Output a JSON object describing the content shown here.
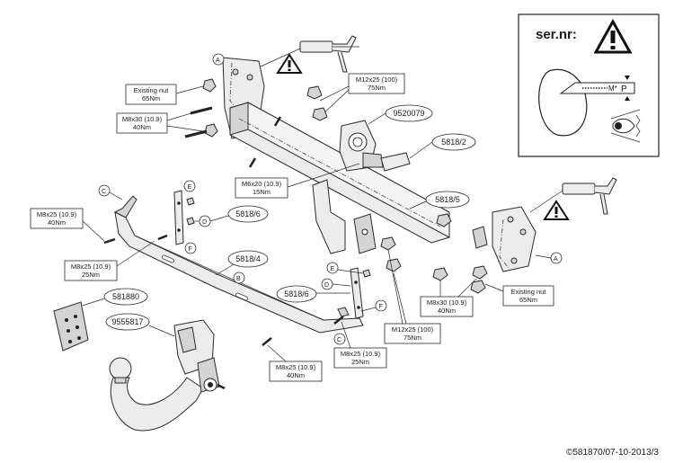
{
  "inset": {
    "title": "ser.nr:",
    "plate_text": "M*",
    "plate_letter": "P",
    "warning_icon": "warning-triangle-icon",
    "eye_icon": "eye-icon"
  },
  "top_left": {
    "existing_nut": [
      "Existing nut",
      "65Nm"
    ],
    "m8x30": [
      "M8x30 (10.9)",
      "40Nm"
    ]
  },
  "center": {
    "m12x25": [
      "M12x25 (100)",
      "75Nm"
    ],
    "part_9520079": "9520079",
    "part_5818_2": "5818/2",
    "m6x20": [
      "M6x20 (10.9)",
      "15Nm"
    ],
    "part_5818_5": "5818/5"
  },
  "left": {
    "m8x25_a": [
      "M8x25 (10.9)",
      "40Nm"
    ],
    "part_5818_6": "5818/6",
    "m8x25_b": [
      "M8x25 (10.9)",
      "25Nm"
    ],
    "part_5818_4": "5818/4"
  },
  "lower": {
    "part_581880": "581880",
    "part_9555817": "9555817",
    "part_5818_6b": "5818/6",
    "m8x25_c": [
      "M8x25 (10.9)",
      "40Nm"
    ],
    "m8x25_d": [
      "M8x25 (10.9)",
      "25Nm"
    ],
    "m12x25_b": [
      "M12x25 (100)",
      "75Nm"
    ],
    "m8x30_b": [
      "M8x30 (10.9)",
      "40Nm"
    ],
    "existing_nut_b": [
      "Existing nut",
      "65Nm"
    ]
  },
  "letters": {
    "A1": "A",
    "A2": "A",
    "C1": "C",
    "C2": "C",
    "D1": "D",
    "D2": "D",
    "E1": "E",
    "E2": "E",
    "F1": "F",
    "F2": "F",
    "B": "B"
  },
  "footer": "©581870/07-10-2013/3",
  "colors": {
    "ink": "#1a1a1a",
    "part_fill": "#ececec"
  }
}
